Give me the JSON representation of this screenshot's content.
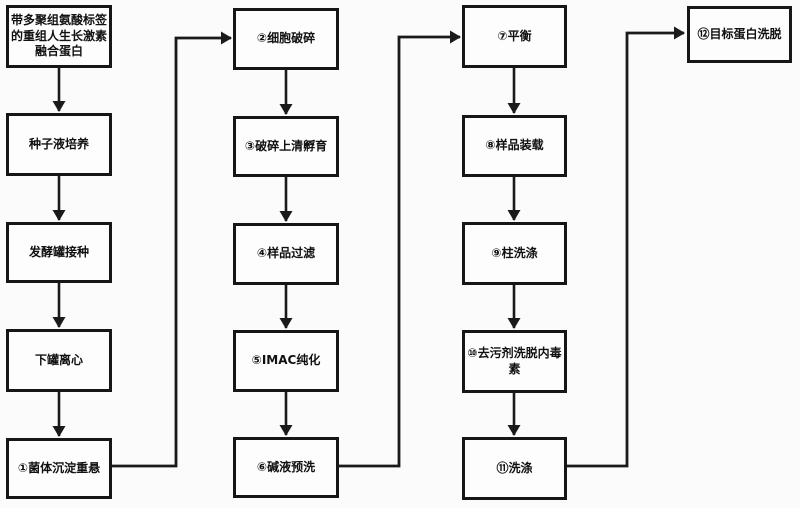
{
  "diagram": {
    "type": "flowchart",
    "description_visible": false,
    "colors": {
      "line": "#1a1a1a",
      "box_border": "#161616",
      "box_fill": "#fdfdfd",
      "background": "#fbfbfb",
      "text": "#111111"
    },
    "boxes": [
      {
        "id": "start",
        "label": "带多聚组氨酸标签的重组人生长激素融合蛋白"
      },
      {
        "id": "seed-culture",
        "label": "种子液培养"
      },
      {
        "id": "fermenter-inoculation",
        "label": "发酵罐接种"
      },
      {
        "id": "tank-centrifugation",
        "label": "下罐离心"
      },
      {
        "id": "step-1",
        "label": "①菌体沉淀重悬"
      },
      {
        "id": "step-2",
        "label": "②细胞破碎"
      },
      {
        "id": "step-3",
        "label": "③破碎上清孵育"
      },
      {
        "id": "step-4",
        "label": "④样品过滤"
      },
      {
        "id": "step-5",
        "label": "⑤IMAC纯化"
      },
      {
        "id": "step-6",
        "label": "⑥碱液预洗"
      },
      {
        "id": "step-7",
        "label": "⑦平衡"
      },
      {
        "id": "step-8",
        "label": "⑧样品装载"
      },
      {
        "id": "step-9",
        "label": "⑨柱洗涤"
      },
      {
        "id": "step-10",
        "label": "⑩去污剂洗脱内毒素"
      },
      {
        "id": "step-11",
        "label": "⑪洗涤"
      },
      {
        "id": "step-12",
        "label": "⑫目标蛋白洗脱"
      }
    ],
    "flow_order": [
      "带多聚组氨酸标签的重组人生长激素融合蛋白",
      "种子液培养",
      "发酵罐接种",
      "下罐离心",
      "①菌体沉淀重悬",
      "②细胞破碎",
      "③破碎上清孵育",
      "④样品过滤",
      "⑤IMAC纯化",
      "⑥碱液预洗",
      "⑦平衡",
      "⑧样品装载",
      "⑨柱洗涤",
      "⑩去污剂洗脱内毒素",
      "⑪洗涤",
      "⑫目标蛋白洗脱"
    ]
  }
}
